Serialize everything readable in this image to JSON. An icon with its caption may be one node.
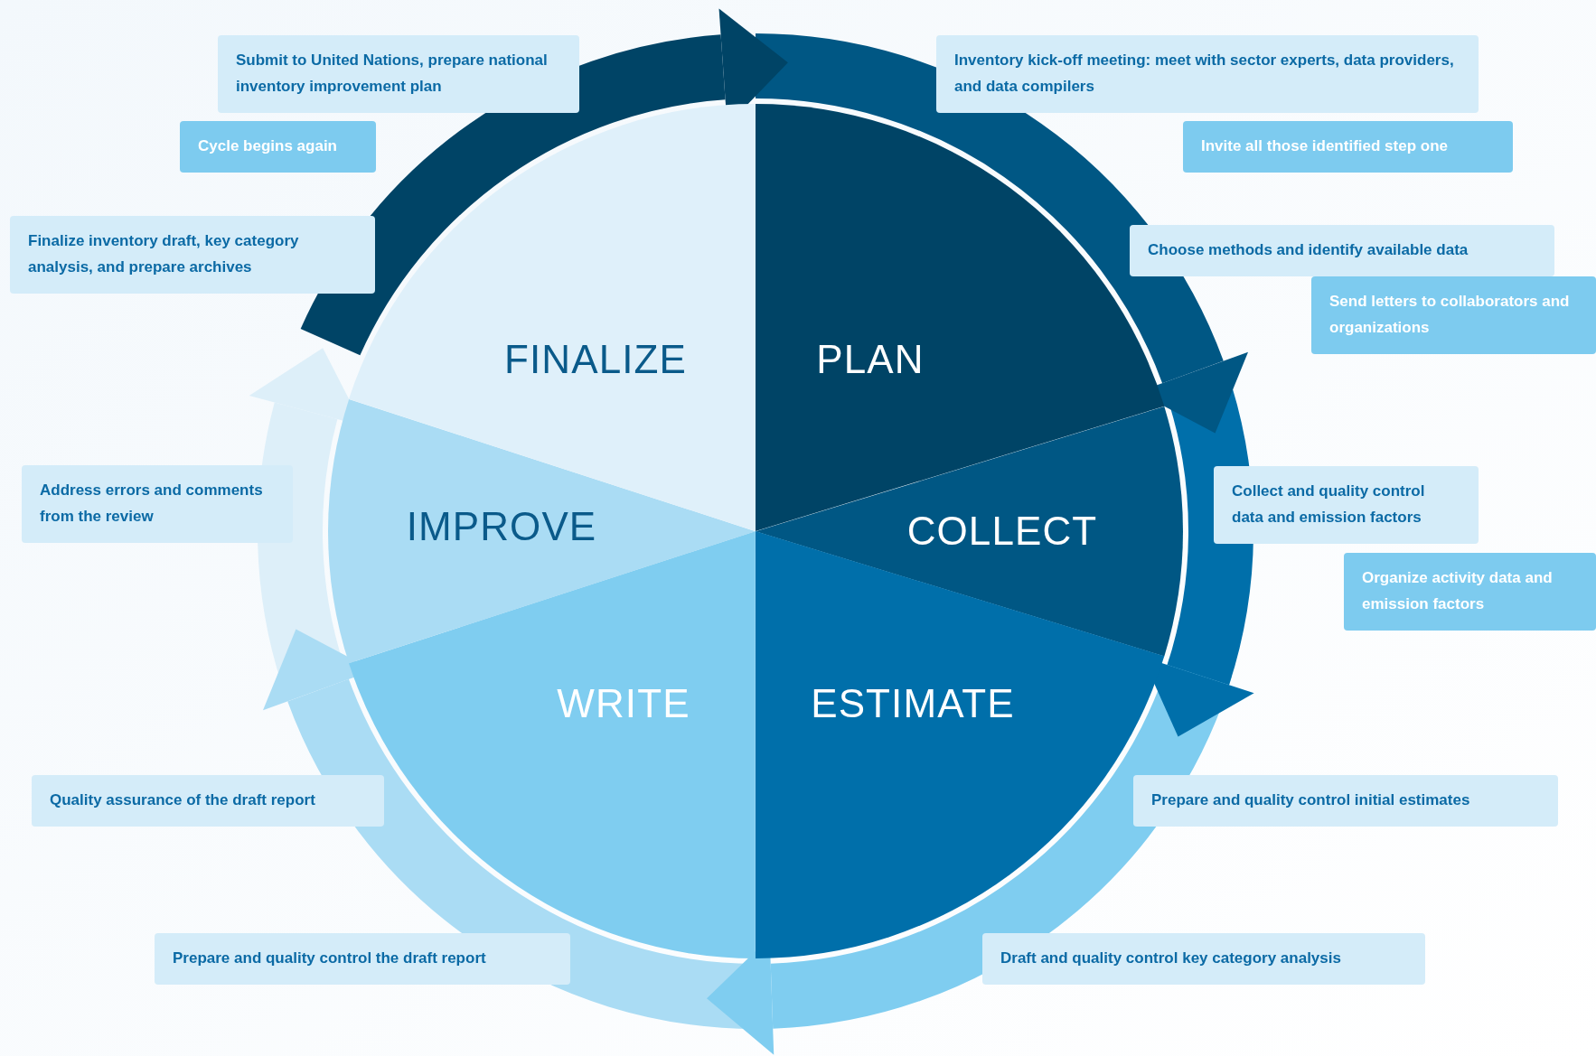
{
  "diagram": {
    "nodes": [
      {
        "text": [
          "PLAN"
        ]
      },
      {
        "text": [
          "COLLECT"
        ]
      },
      {
        "text": [
          "ESTIMATE"
        ]
      },
      {
        "text": [
          "WRITE"
        ]
      },
      {
        "text": [
          "IMPROVE"
        ]
      },
      {
        "text": [
          "FINALIZE"
        ]
      },
      {
        "text": [
          "Submit to United Nations, prepare national inventory improvement plan"
        ]
      },
      {
        "text": [
          "Cycle begins again"
        ]
      },
      {
        "text": [
          "Inventory kick-off meeting: meet with sector experts, data providers, and data compilers"
        ]
      },
      {
        "text": [
          "Invite all those identified step one"
        ]
      },
      {
        "text": [
          "Finalize inventory draft, key category analysis, and prepare archives"
        ]
      },
      {
        "text": [
          "Choose methods and identify available data"
        ]
      },
      {
        "text": [
          "Send letters to collaborators and organizations"
        ]
      },
      {
        "text": [
          "Address errors and comments from the review"
        ]
      },
      {
        "text": [
          "Collect and quality control data and emission factors"
        ]
      },
      {
        "text": [
          "Organize activity data and emission factors"
        ]
      },
      {
        "text": [
          "Quality assurance of the draft report"
        ]
      },
      {
        "text": [
          "Prepare and quality control initial estimates"
        ]
      },
      {
        "text": [
          "Prepare and quality control the draft report"
        ]
      },
      {
        "text": [
          "Draft and quality control key category analysis"
        ]
      }
    ]
  }
}
